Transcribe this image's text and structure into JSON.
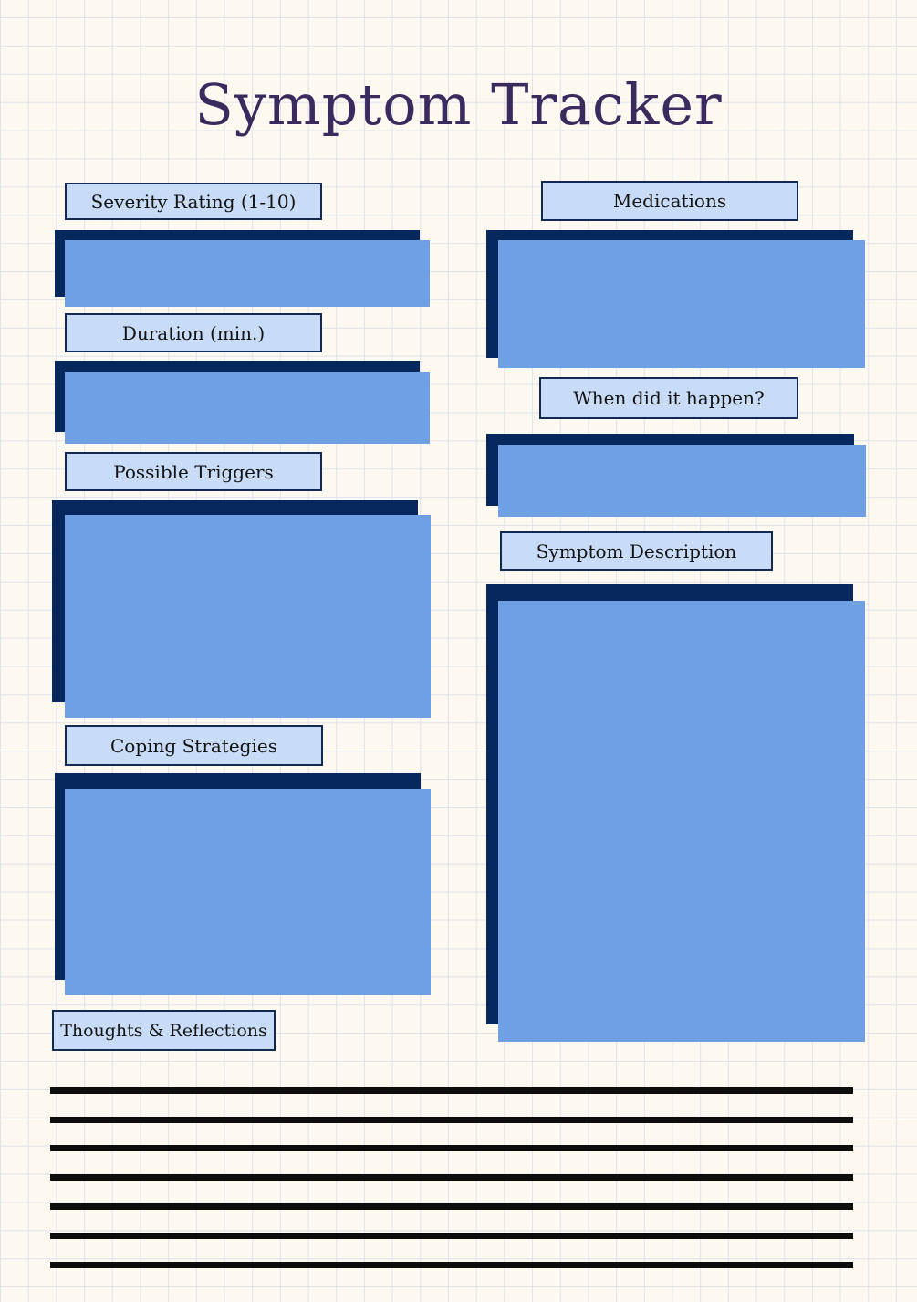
{
  "page": {
    "title": "Symptom Tracker"
  },
  "colors": {
    "title_text": "#3b2a5d",
    "label_fill": "#c9dcf7",
    "label_border": "#122a52",
    "label_text": "#131313",
    "field_fill": "#6fa0e3",
    "field_shadow": "#07285c",
    "ruled_line": "#0d0d0d",
    "page_bg": "#fdf9f1",
    "grid_color": "#dfe2ea"
  },
  "fields": {
    "severity": {
      "label": "Severity Rating (1-10)",
      "value": ""
    },
    "duration": {
      "label": "Duration (min.)",
      "value": ""
    },
    "triggers": {
      "label": "Possible Triggers",
      "value": ""
    },
    "coping": {
      "label": "Coping Strategies",
      "value": ""
    },
    "medications": {
      "label": "Medications",
      "value": ""
    },
    "when": {
      "label": "When did it happen?",
      "value": ""
    },
    "description": {
      "label": "Symptom Description",
      "value": ""
    },
    "thoughts": {
      "label": "Thoughts & Reflections",
      "value": ""
    }
  },
  "notes": {
    "ruled_lines_count": 7
  }
}
